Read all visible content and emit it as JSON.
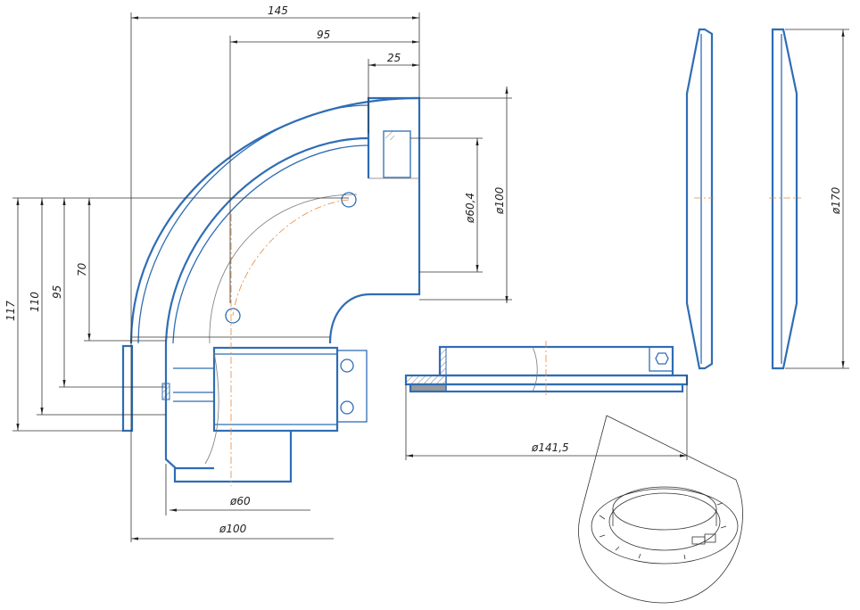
{
  "drawing": {
    "title": "Elbow 90° coaxial adapter drawing",
    "colors": {
      "outline": "#2f6db5",
      "dimension": "#333333",
      "centerline": "#e8883a"
    },
    "dimensions": {
      "top_overall": "145",
      "top_mid": "95",
      "top_collar": "25",
      "right_inner_dia": "ø60,4",
      "right_outer_dia": "ø100",
      "left_117": "117",
      "left_110": "110",
      "left_95": "95",
      "left_70": "70",
      "bottom_inner_dia": "ø60",
      "bottom_outer_dia": "ø100",
      "flange_dia": "ø141,5",
      "gasket_dia": "ø170"
    }
  }
}
